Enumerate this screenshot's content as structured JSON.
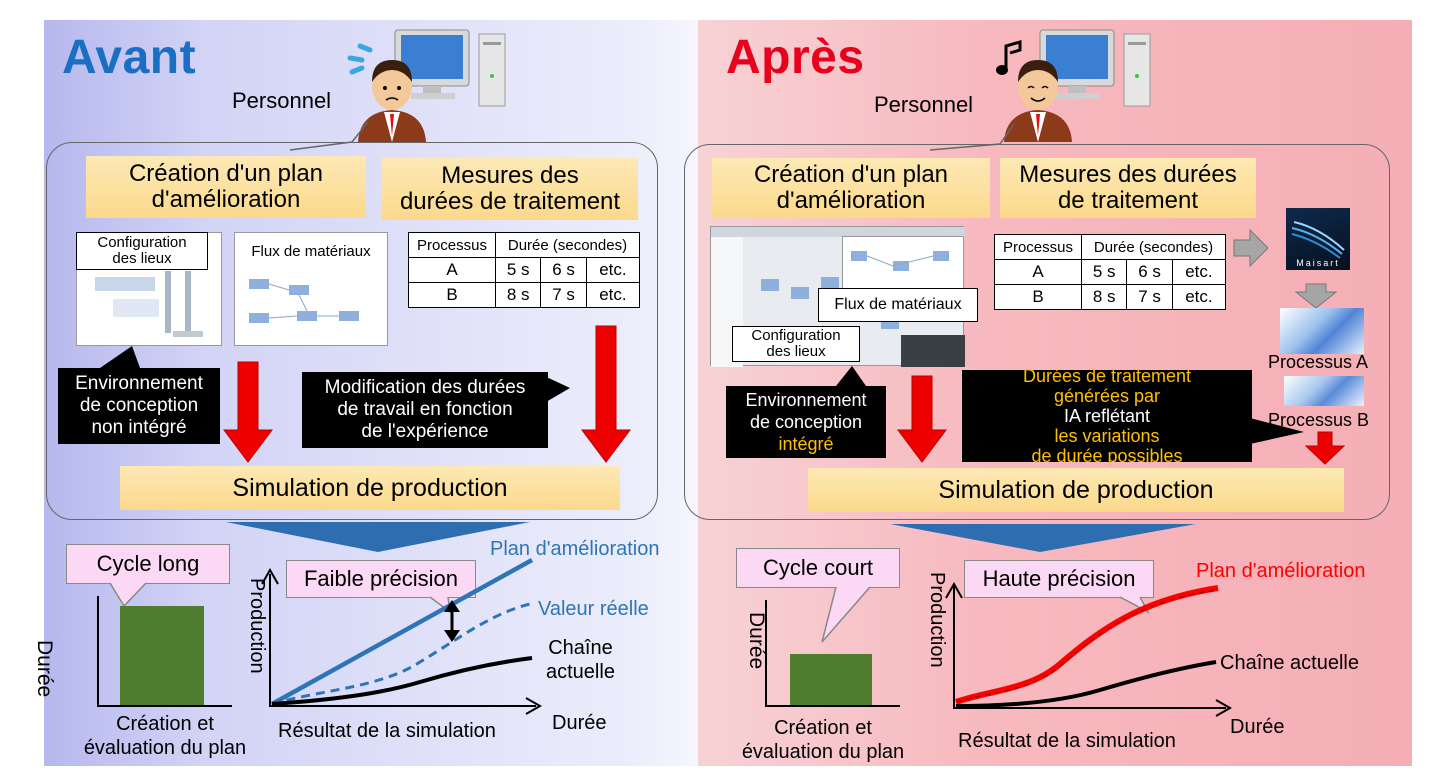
{
  "left": {
    "title": "Avant",
    "person_label": "Personnel",
    "plan_box": [
      "Création d'un plan",
      "d'amélioration"
    ],
    "measure_box": [
      "Mesures des",
      "durées de traitement"
    ],
    "layout_label": [
      "Configuration",
      "des lieux"
    ],
    "flow_label": "Flux de matériaux",
    "table": {
      "headers": [
        "Processus",
        "Durée (secondes)"
      ],
      "rows": [
        [
          "A",
          "5 s",
          "6 s",
          "etc."
        ],
        [
          "B",
          "8 s",
          "7 s",
          "etc."
        ]
      ]
    },
    "callout_env": [
      "Environnement",
      "de conception",
      "non intégré"
    ],
    "callout_mod": [
      "Modification des durées",
      "de travail en fonction",
      "de l'expérience"
    ],
    "simulation": "Simulation de production",
    "cycle_label": "Cycle long",
    "precision_label": "Faible précision",
    "bar_ylabel": "Durée",
    "bar_xlabel": [
      "Création et",
      "évaluation du plan"
    ],
    "chart_ylabel": "Production",
    "chart_xlabel": "Durée",
    "chart_caption": "Résultat de la simulation",
    "legend_plan": "Plan d'amélioration",
    "legend_real": "Valeur réelle",
    "legend_chain": [
      "Chaîne",
      "actuelle"
    ]
  },
  "right": {
    "title": "Après",
    "person_label": "Personnel",
    "plan_box": [
      "Création d'un plan",
      "d'amélioration"
    ],
    "measure_box": [
      "Mesures des durées",
      "de traitement"
    ],
    "flow_label": "Flux de matériaux",
    "layout_label": [
      "Configuration",
      "des lieux"
    ],
    "table": {
      "headers": [
        "Processus",
        "Durée (secondes)"
      ],
      "rows": [
        [
          "A",
          "5 s",
          "6 s",
          "etc."
        ],
        [
          "B",
          "8 s",
          "7 s",
          "etc."
        ]
      ]
    },
    "logo_text": "Maisart",
    "process_a": "Processus A",
    "process_b": "Processus B",
    "callout_env": {
      "line1": "Environnement",
      "line2": "de conception",
      "line3": "intégré"
    },
    "callout_ai": {
      "line1": "Durées de traitement",
      "line2": "générées par",
      "line3a": "IA reflétant ",
      "line3b": "les variations",
      "line4": "de durée possibles"
    },
    "simulation": "Simulation de production",
    "cycle_label": "Cycle court",
    "precision_label": "Haute précision",
    "bar_ylabel": "Durée",
    "bar_xlabel": [
      "Création et",
      "évaluation du plan"
    ],
    "chart_ylabel": "Production",
    "chart_xlabel": "Durée",
    "chart_caption": "Résultat de la simulation",
    "legend_plan": "Plan d'amélioration",
    "legend_chain": "Chaîne actuelle"
  },
  "colors": {
    "blue_title": "#1a6fc2",
    "red_title": "#e8001c",
    "arrow_red": "#ee0000",
    "bar_green": "#4f7d2e",
    "line_blue": "#2e75b6",
    "line_red": "#ff0000",
    "funnel_blue": "#2e6db0",
    "yellow_box": "#fbd98c",
    "pink_box": "#fbd8f3"
  },
  "icons": [
    "worried-person-icon",
    "computer-icon",
    "sweat-drops-icon",
    "happy-person-icon",
    "music-note-icon"
  ]
}
